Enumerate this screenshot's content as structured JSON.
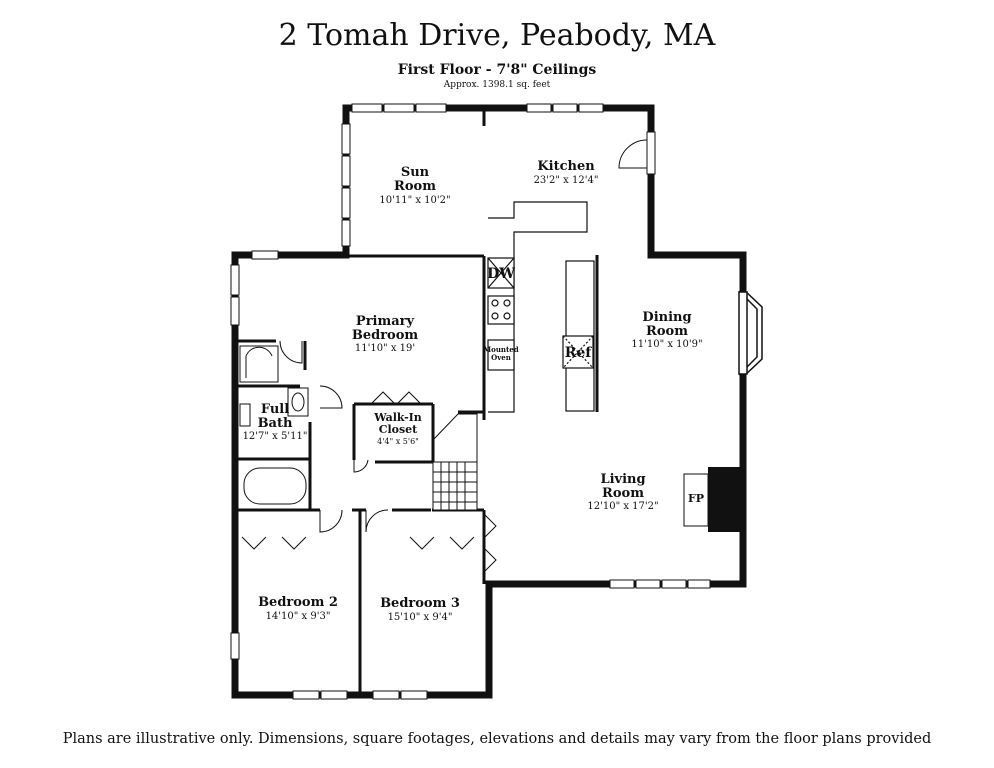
{
  "header": {
    "title": "2 Tomah Drive, Peabody, MA",
    "subtitle": "First Floor - 7'8\" Ceilings",
    "area": "Approx. 1398.1 sq. feet"
  },
  "rooms": {
    "sun_room": {
      "name_line1": "Sun",
      "name_line2": "Room",
      "dims": "10'11\" x 10'2\""
    },
    "kitchen": {
      "name": "Kitchen",
      "dims": "23'2\" x 12'4\""
    },
    "dining_room": {
      "name_line1": "Dining",
      "name_line2": "Room",
      "dims": "11'10\" x 10'9\""
    },
    "primary_bedroom": {
      "name_line1": "Primary",
      "name_line2": "Bedroom",
      "dims": "11'10\" x 19'"
    },
    "full_bath": {
      "name_line1": "Full",
      "name_line2": "Bath",
      "dims": "12'7\" x 5'11\""
    },
    "walk_in_closet": {
      "name_line1": "Walk-In",
      "name_line2": "Closet",
      "dims": "4'4\" x 5'6\""
    },
    "living_room": {
      "name_line1": "Living",
      "name_line2": "Room",
      "dims": "12'10\" x 17'2\""
    },
    "bedroom_2": {
      "name": "Bedroom 2",
      "dims": "14'10\" x 9'3\""
    },
    "bedroom_3": {
      "name": "Bedroom 3",
      "dims": "15'10\" x 9'4\""
    }
  },
  "fixtures": {
    "dishwasher": "DW",
    "mounted_oven_line1": "Mounted",
    "mounted_oven_line2": "Oven",
    "refrigerator": "Ref",
    "fireplace": "FP"
  },
  "footer": {
    "disclaimer": "Plans are illustrative only. Dimensions, square footages, elevations and details may vary from the floor plans provided"
  }
}
